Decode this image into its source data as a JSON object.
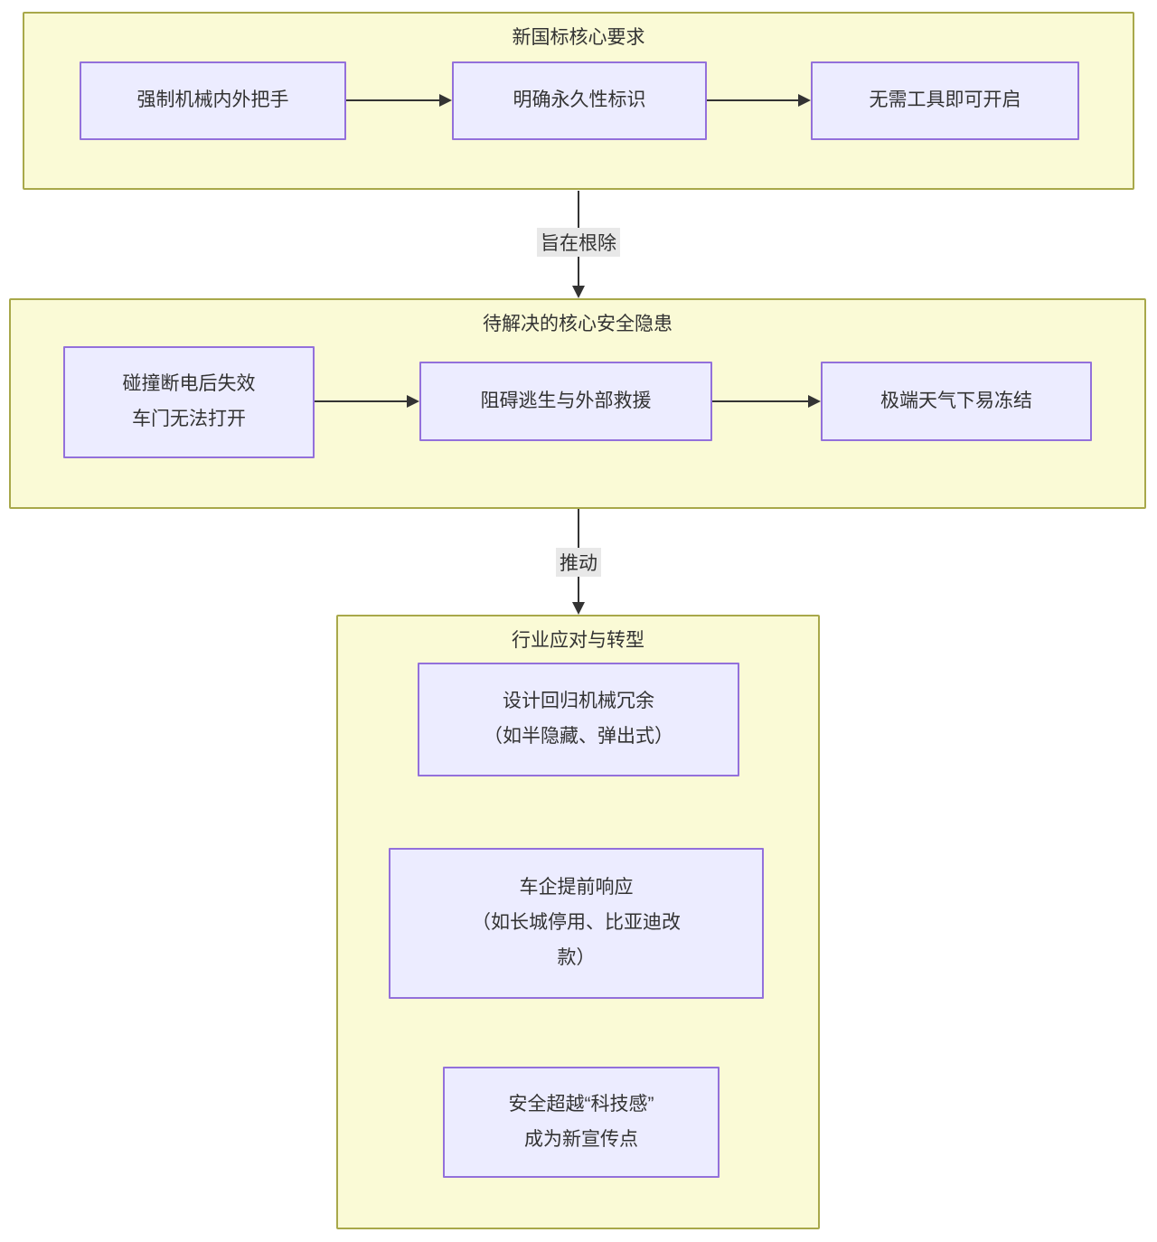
{
  "diagram": {
    "clusters": [
      {
        "title": "新国标核心要求",
        "nodes": [
          {
            "text": "强制机械内外把手"
          },
          {
            "text": "明确永久性标识"
          },
          {
            "text": "无需工具即可开启"
          }
        ]
      },
      {
        "title": "待解决的核心安全隐患",
        "nodes": [
          {
            "text": "碰撞断电后失效\n车门无法打开"
          },
          {
            "text": "阻碍逃生与外部救援"
          },
          {
            "text": "极端天气下易冻结"
          }
        ]
      },
      {
        "title": "行业应对与转型",
        "nodes": [
          {
            "text": "设计回归机械冗余\n（如半隐藏、弹出式）"
          },
          {
            "text": "车企提前响应\n（如长城停用、比亚迪改\n款）"
          },
          {
            "text": "安全超越“科技感”\n成为新宣传点"
          }
        ]
      }
    ],
    "edge_labels": [
      {
        "text": "旨在根除"
      },
      {
        "text": "推动"
      }
    ],
    "colors": {
      "cluster_fill": "#fafad6",
      "cluster_border": "#a8a84a",
      "node_fill": "#ececff",
      "node_border": "#9370db",
      "arrow": "#333333",
      "text": "#333333",
      "edge_label_bg": "#e8e8e8"
    }
  }
}
